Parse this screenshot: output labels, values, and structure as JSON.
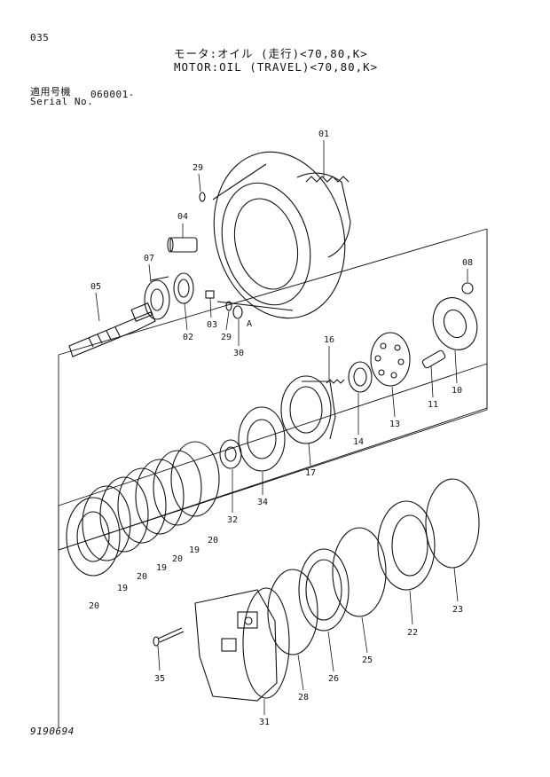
{
  "header": {
    "page_number": "035",
    "title_jp": "モータ:オイル (走行)<70,80,K>",
    "title_en": "MOTOR:OIL (TRAVEL)<70,80,K>",
    "serial_label_jp": "適用号機",
    "serial_label_en": "Serial No.",
    "serial_value": "060001-"
  },
  "footer": {
    "document_number": "9190694"
  },
  "diagram": {
    "callouts": [
      "01",
      "29",
      "04",
      "07",
      "05",
      "02",
      "03",
      "29",
      "30",
      "08",
      "16",
      "10",
      "11",
      "13",
      "14",
      "17",
      "34",
      "32",
      "20",
      "19",
      "20",
      "19",
      "20",
      "19",
      "20",
      "23",
      "22",
      "25",
      "26",
      "28",
      "35",
      "31"
    ],
    "marker_letter": "A"
  }
}
